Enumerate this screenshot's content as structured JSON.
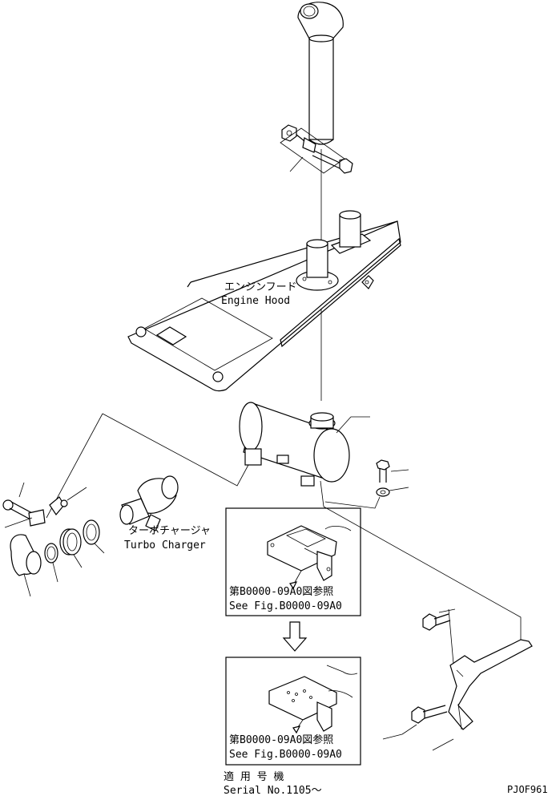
{
  "labels": {
    "engine_hood_jp": "エンジンフード",
    "engine_hood_en": "Engine Hood",
    "turbo_jp": "ターボチャージャ",
    "turbo_en": "Turbo Charger",
    "ref1_jp": "第B0000-09A0図参照",
    "ref1_en": "See Fig.B0000-09A0",
    "ref2_jp": "第B0000-09A0図参照",
    "ref2_en": "See Fig.B0000-09A0",
    "serial_jp": "適 用 号 機",
    "serial_en": "Serial No.1105～",
    "drawing_code": "PJOF961"
  }
}
